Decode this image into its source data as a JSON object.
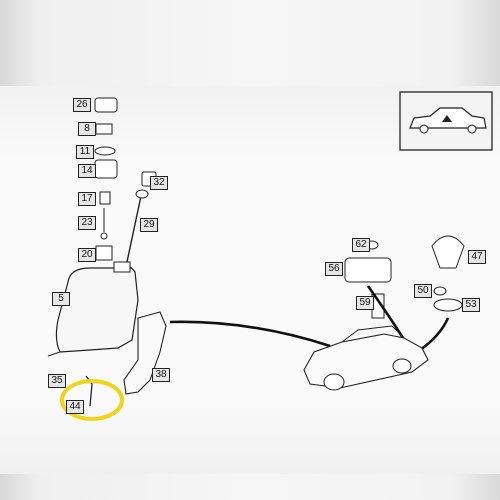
{
  "diagram": {
    "callouts": [
      {
        "id": "c26",
        "text": "26"
      },
      {
        "id": "c8",
        "text": "8"
      },
      {
        "id": "c11",
        "text": "11"
      },
      {
        "id": "c14",
        "text": "14"
      },
      {
        "id": "c17",
        "text": "17"
      },
      {
        "id": "c23",
        "text": "23"
      },
      {
        "id": "c20",
        "text": "20"
      },
      {
        "id": "c5",
        "text": "5"
      },
      {
        "id": "c35",
        "text": "35"
      },
      {
        "id": "c44",
        "text": "44"
      },
      {
        "id": "c32",
        "text": "32"
      },
      {
        "id": "c29",
        "text": "29"
      },
      {
        "id": "c38",
        "text": "38"
      },
      {
        "id": "c62",
        "text": "62"
      },
      {
        "id": "c56",
        "text": "56"
      },
      {
        "id": "c59",
        "text": "59"
      },
      {
        "id": "c47",
        "text": "47"
      },
      {
        "id": "c50",
        "text": "50"
      },
      {
        "id": "c53",
        "text": "53"
      }
    ],
    "highlight_color": "#f2d21b",
    "line_color": "#222222",
    "icon": "car-view-indicator-icon"
  }
}
